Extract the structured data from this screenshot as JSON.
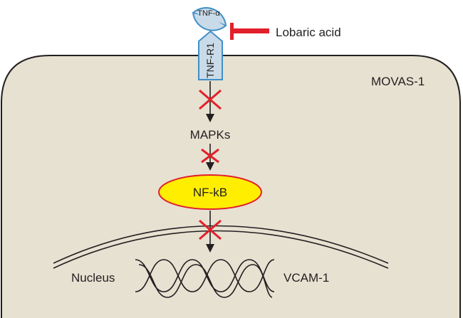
{
  "labels": {
    "ligand": "TNF-α",
    "receptor": "TNF-R1",
    "inhibitor": "Lobaric acid",
    "cell_line": "MOVAS-1",
    "mapk": "MAPKs",
    "nfkb": "NF-kB",
    "nucleus": "Nucleus",
    "gene": "VCAM-1"
  },
  "colors": {
    "cell_fill": "#e7e1d2",
    "outline": "#231f20",
    "receptor_fill": "#c9dbe8",
    "receptor_stroke": "#3f8fc8",
    "inhibitor_bar": "#e2202b",
    "block_mark": "#e2202b",
    "nfkb_fill": "#ffee00",
    "nfkb_stroke": "#e2202b"
  }
}
